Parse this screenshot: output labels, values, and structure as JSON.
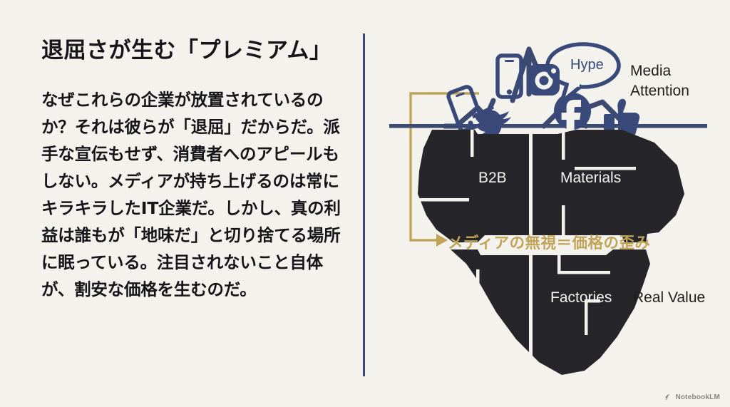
{
  "slide": {
    "background_color": "#f3f2ec",
    "title": "退屈さが生む「プレミアム」",
    "body": "なぜこれらの企業が放置されているのか？それは彼らが「退屈」だからだ。派手な宣伝もせず、消費者へのアピールもしない。メディアが持ち上げるのは常にキラキラしたIT企業だ。しかし、真の利益は誰もが「地味だ」と切り捨てる場所に眠っている。注目されないこと自体が、割安な価格を生むのだ。"
  },
  "divider": {
    "color": "#3c4a71"
  },
  "figure": {
    "type": "iceberg-diagram",
    "waterline_color": "#3c4a71",
    "above_water_color": "#3c4a71",
    "below_water_color": "#26262a",
    "accent_color": "#c0a458",
    "labels": {
      "media_attention_line1": "Media",
      "media_attention_line2": "Attention",
      "hype": "Hype",
      "b2b": "B2B",
      "materials": "Materials",
      "factories": "Factories",
      "real_value": "Real Value",
      "distortion_note": "メディアの無視＝価格の歪み"
    },
    "social_icons": [
      "smartphone-icon",
      "smartphone-tilted-icon",
      "instagram-icon",
      "twitter-bird-icon",
      "facebook-icon",
      "thumbs-up-icon",
      "speech-bubble-icon"
    ]
  },
  "watermark": {
    "label": "NotebookLM",
    "icon": "notebooklm-logo-icon"
  }
}
